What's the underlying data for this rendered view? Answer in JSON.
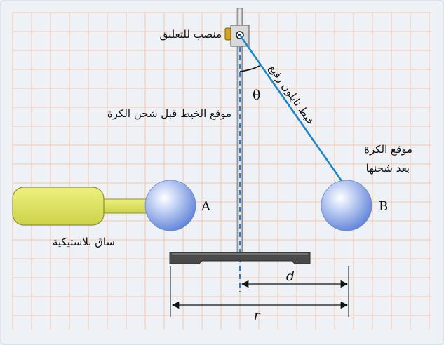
{
  "labels": {
    "suspension": "منصب للتعليق",
    "thread": "خيط نايلون رفيع",
    "thread_position": "موقع الخيط قبل شحن الكرة",
    "ball_position_line1": "موقع الكرة",
    "ball_position_line2": "بعد شحنها",
    "plastic_rod": "ساق بلاستيكية",
    "angle": "θ",
    "point_a": "A",
    "point_b": "B",
    "distance_d": "d",
    "distance_r": "r"
  },
  "colors": {
    "background": "#eef2f7",
    "grid": "#f1c6a8",
    "thread": "#1a86c8",
    "dashed_line": "#2a7fd4",
    "rod": "#dfe36b",
    "rod_stroke": "#8d9324",
    "ball": "#7fa0e6",
    "base": "#4a4a4a"
  }
}
